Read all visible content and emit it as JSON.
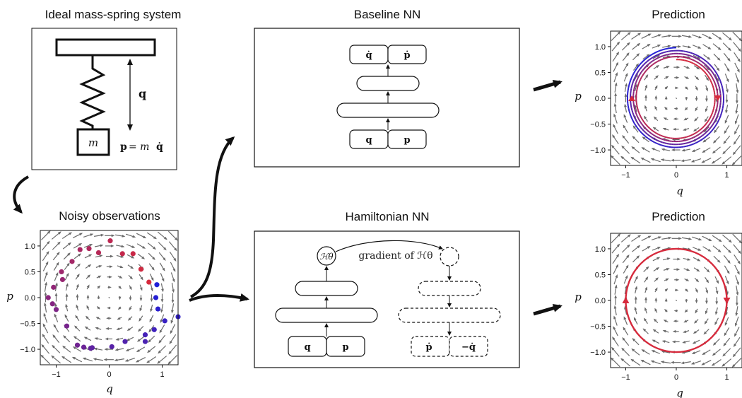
{
  "titles": {
    "spring": "Ideal mass-spring system",
    "noisy": "Noisy observations",
    "baseline": "Baseline NN",
    "hamiltonian": "Hamiltonian NN",
    "pred_top": "Prediction",
    "pred_bottom": "Prediction"
  },
  "spring": {
    "mass_label": "m",
    "q_label": "q",
    "p_eq_lhs": "p",
    "p_eq_rhs": "= m",
    "p_eq_qdot": "q̇"
  },
  "baseline_net": {
    "out_left": "q̇",
    "out_right": "ṗ",
    "in_left": "q",
    "in_right": "p"
  },
  "hamiltonian_net": {
    "h_node": "ℋθ",
    "gradient_label": "gradient of ℋθ",
    "in_left": "q",
    "in_right": "p",
    "out_left": "ṗ",
    "out_right": "−q̇"
  },
  "axes": {
    "xlabel": "q",
    "ylabel": "p",
    "yticks": [
      "1.0",
      "0.5",
      "0.0",
      "−0.5",
      "−1.0"
    ],
    "xticks": [
      "−1",
      "0",
      "1"
    ]
  },
  "colors": {
    "arrow": "#111111",
    "field": "#6b6b6b",
    "red": "#d62a3c",
    "blue": "#1f1fd8"
  },
  "chart_data": [
    {
      "type": "scatter",
      "title": "Noisy observations",
      "xlabel": "q",
      "ylabel": "p",
      "xlim": [
        -1.3,
        1.3
      ],
      "ylim": [
        -1.3,
        1.3
      ],
      "series": [
        {
          "points": [
            [
              0.75,
              0.3
            ],
            [
              0.6,
              0.55
            ],
            [
              0.45,
              0.85
            ],
            [
              0.25,
              0.85
            ],
            [
              0.02,
              1.1
            ],
            [
              -0.2,
              0.87
            ],
            [
              -0.38,
              0.95
            ],
            [
              -0.55,
              0.93
            ],
            [
              -0.7,
              0.7
            ],
            [
              -0.9,
              0.5
            ],
            [
              -0.88,
              0.35
            ],
            [
              -1.05,
              0.2
            ],
            [
              -1.15,
              0.0
            ],
            [
              -1.07,
              -0.12
            ],
            [
              -1.0,
              -0.23
            ],
            [
              -0.8,
              -0.55
            ],
            [
              -0.6,
              -0.92
            ],
            [
              -0.48,
              -0.96
            ],
            [
              -0.35,
              -0.98
            ],
            [
              -0.32,
              -0.97
            ],
            [
              0.05,
              -0.95
            ],
            [
              0.3,
              -0.85
            ],
            [
              0.68,
              -0.85
            ],
            [
              0.68,
              -0.72
            ],
            [
              0.85,
              -0.62
            ],
            [
              1.05,
              -0.45
            ],
            [
              1.3,
              -0.37
            ],
            [
              0.92,
              -0.22
            ],
            [
              0.88,
              0.0
            ],
            [
              0.9,
              0.25
            ]
          ]
        }
      ]
    },
    {
      "type": "line",
      "title": "Prediction",
      "xlabel": "q",
      "ylabel": "p",
      "xlim": [
        -1.3,
        1.3
      ],
      "ylim": [
        -1.3,
        1.3
      ],
      "series": [
        {
          "kind": "spiral",
          "r_start": 0.75,
          "r_end": 0.98,
          "turns": 4
        }
      ]
    },
    {
      "type": "line",
      "title": "Prediction",
      "xlabel": "q",
      "ylabel": "p",
      "xlim": [
        -1.3,
        1.3
      ],
      "ylim": [
        -1.3,
        1.3
      ],
      "series": [
        {
          "kind": "circle",
          "radius": 1.0
        }
      ]
    }
  ]
}
